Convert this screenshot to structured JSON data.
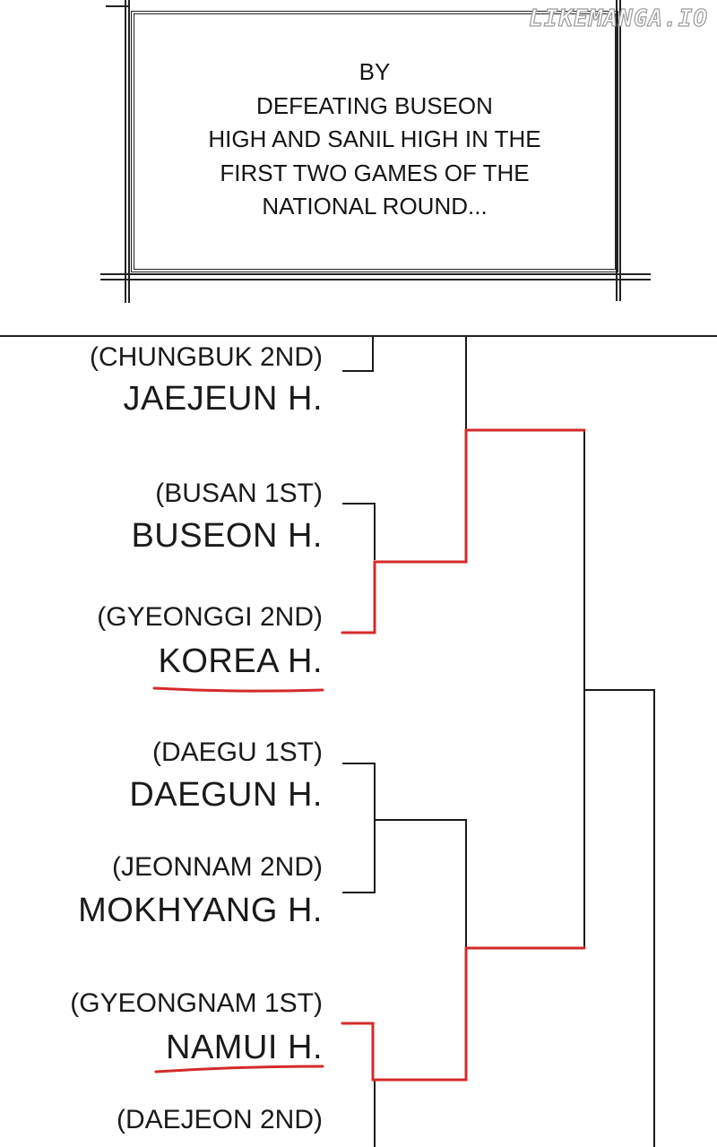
{
  "watermark": "LIKEMANGA.IO",
  "caption": "BY\nDEFEATING BUSEON\nHIGH AND SANIL HIGH IN THE\nFIRST TWO GAMES OF THE\nNATIONAL ROUND...",
  "bracket": [
    {
      "region": "(CHUNGBUK 2ND)",
      "school": "JAEJEUN H.",
      "highlighted": false
    },
    {
      "region": "(BUSAN 1ST)",
      "school": "BUSEON H.",
      "highlighted": false
    },
    {
      "region": "(GYEONGGI 2ND)",
      "school": "KOREA H.",
      "highlighted": true
    },
    {
      "region": "(DAEGU 1ST)",
      "school": "DAEGUN H.",
      "highlighted": false
    },
    {
      "region": "(JEONNAM 2ND)",
      "school": "MOKHYANG H.",
      "highlighted": false
    },
    {
      "region": "(GYEONGNAM 1ST)",
      "school": "NAMUI H.",
      "highlighted": true
    },
    {
      "region": "(DAEJEON 2ND)",
      "school": "",
      "highlighted": false
    }
  ],
  "colors": {
    "winner_line": "#d42a2a",
    "line": "#1a1a1a"
  }
}
